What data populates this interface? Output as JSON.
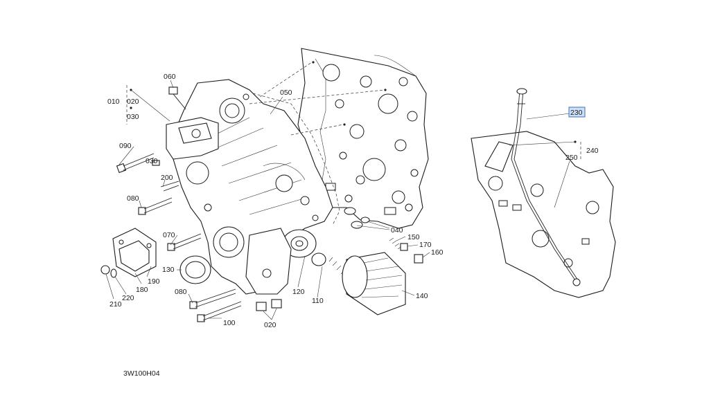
{
  "diagram": {
    "code": "3W100H04",
    "labels": {
      "p060": "060",
      "p010": "010",
      "p020a": "020",
      "p030a": "030",
      "p050": "050",
      "p090": "090",
      "p030b": "030",
      "p200": "200",
      "p080a": "080",
      "p070": "070",
      "p130": "130",
      "p080b": "080",
      "p100": "100",
      "p020b": "020",
      "p040": "040",
      "p150": "150",
      "p170": "170",
      "p160": "160",
      "p120": "120",
      "p110": "110",
      "p140": "140",
      "p180": "180",
      "p190": "190",
      "p220": "220",
      "p210": "210",
      "p230": "230",
      "p240": "240",
      "p250": "250"
    },
    "selected_part": "230",
    "highlight_color": "#cfe0f6"
  }
}
